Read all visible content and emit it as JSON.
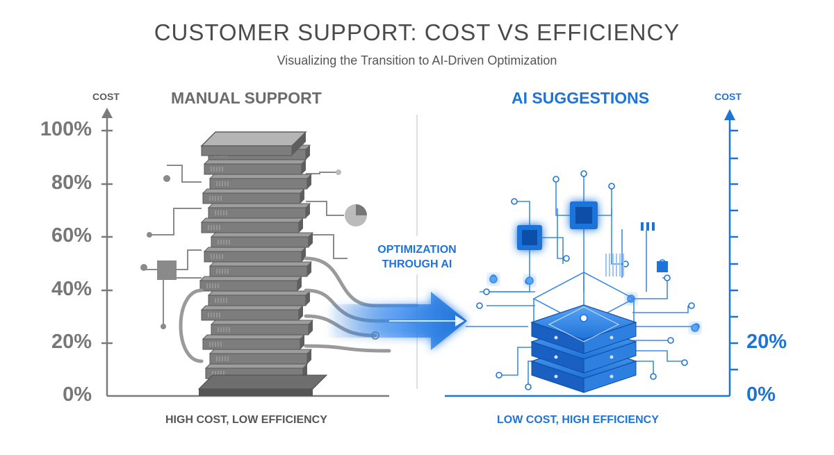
{
  "header": {
    "title": "CUSTOMER SUPPORT: COST VS EFFICIENCY",
    "subtitle": "Visualizing the Transition to AI-Driven Optimization"
  },
  "left_panel": {
    "title": "MANUAL SUPPORT",
    "axis_label": "COST",
    "ticks": [
      "100%",
      "80%",
      "60%",
      "40%",
      "20%",
      "0%"
    ],
    "caption": "HIGH COST, LOW EFFICIENCY"
  },
  "transition": {
    "label_line1": "OPTIMIZATION",
    "label_line2": "THROUGH AI"
  },
  "right_panel": {
    "title": "AI SUGGESTIONS",
    "axis_label": "COST",
    "ticks": [
      "20%",
      "0%"
    ],
    "caption": "LOW COST, HIGH EFFICIENCY"
  },
  "colors": {
    "manual_gray": "#777777",
    "ai_blue": "#1e73d8",
    "title_text": "#4a4a4a"
  }
}
